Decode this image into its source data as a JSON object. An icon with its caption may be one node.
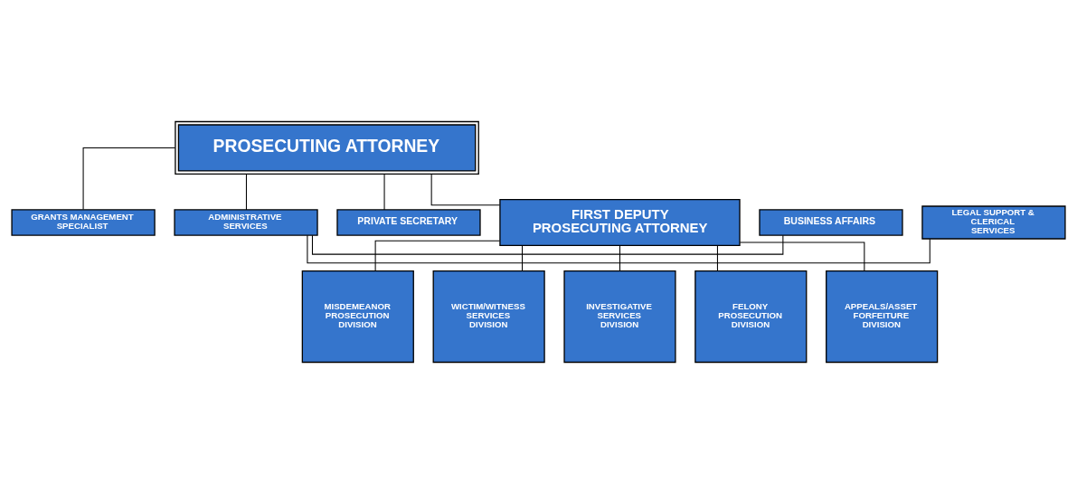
{
  "diagram": {
    "nodes": [
      {
        "text": [
          "PROSECUTING ATTORNEY"
        ]
      },
      {
        "text": [
          "GRANTS MANAGEMENT SPECIALIST"
        ]
      },
      {
        "text": [
          "BUSINESS AFFAIRS"
        ]
      },
      {
        "text": [
          "ADMINISTRATIVE SERVICES"
        ]
      },
      {
        "text": [
          "PRIVATE SECRETARY"
        ]
      },
      {
        "text": [
          "LEGAL SUPPORT & CLERICAL SERVICES"
        ]
      },
      {
        "text": [
          "FIRST DEPUTY PROSECUTING ATTORNEY"
        ]
      },
      {
        "text": [
          "MISDEMEANOR PROSECUTION DIVISION"
        ]
      },
      {
        "text": [
          "WICTIM/WITNESS SERVICES DIVISION"
        ]
      },
      {
        "text": [
          "INVESTIGATIVE SERVICES DIVISION"
        ]
      },
      {
        "text": [
          "FELONY PROSECUTION DIVISION"
        ]
      },
      {
        "text": [
          "APPEALS/ASSET FORFEITURE DIVISION"
        ]
      }
    ],
    "edges": [
      {
        "from": 0,
        "to": 1,
        "arrow": "none"
      },
      {
        "from": 0,
        "to": 3,
        "arrow": "none"
      },
      {
        "from": 0,
        "to": 4,
        "arrow": "none"
      },
      {
        "from": 3,
        "to": 2,
        "arrow": "none"
      },
      {
        "from": 3,
        "to": 5,
        "arrow": "none"
      },
      {
        "from": 0,
        "to": 6,
        "arrow": "none"
      },
      {
        "from": 6,
        "to": 7,
        "arrow": "none"
      },
      {
        "from": 6,
        "to": 8,
        "arrow": "none"
      },
      {
        "from": 6,
        "to": 9,
        "arrow": "none"
      },
      {
        "from": 6,
        "to": 10,
        "arrow": "none"
      },
      {
        "from": 6,
        "to": 11,
        "arrow": "none"
      }
    ]
  }
}
